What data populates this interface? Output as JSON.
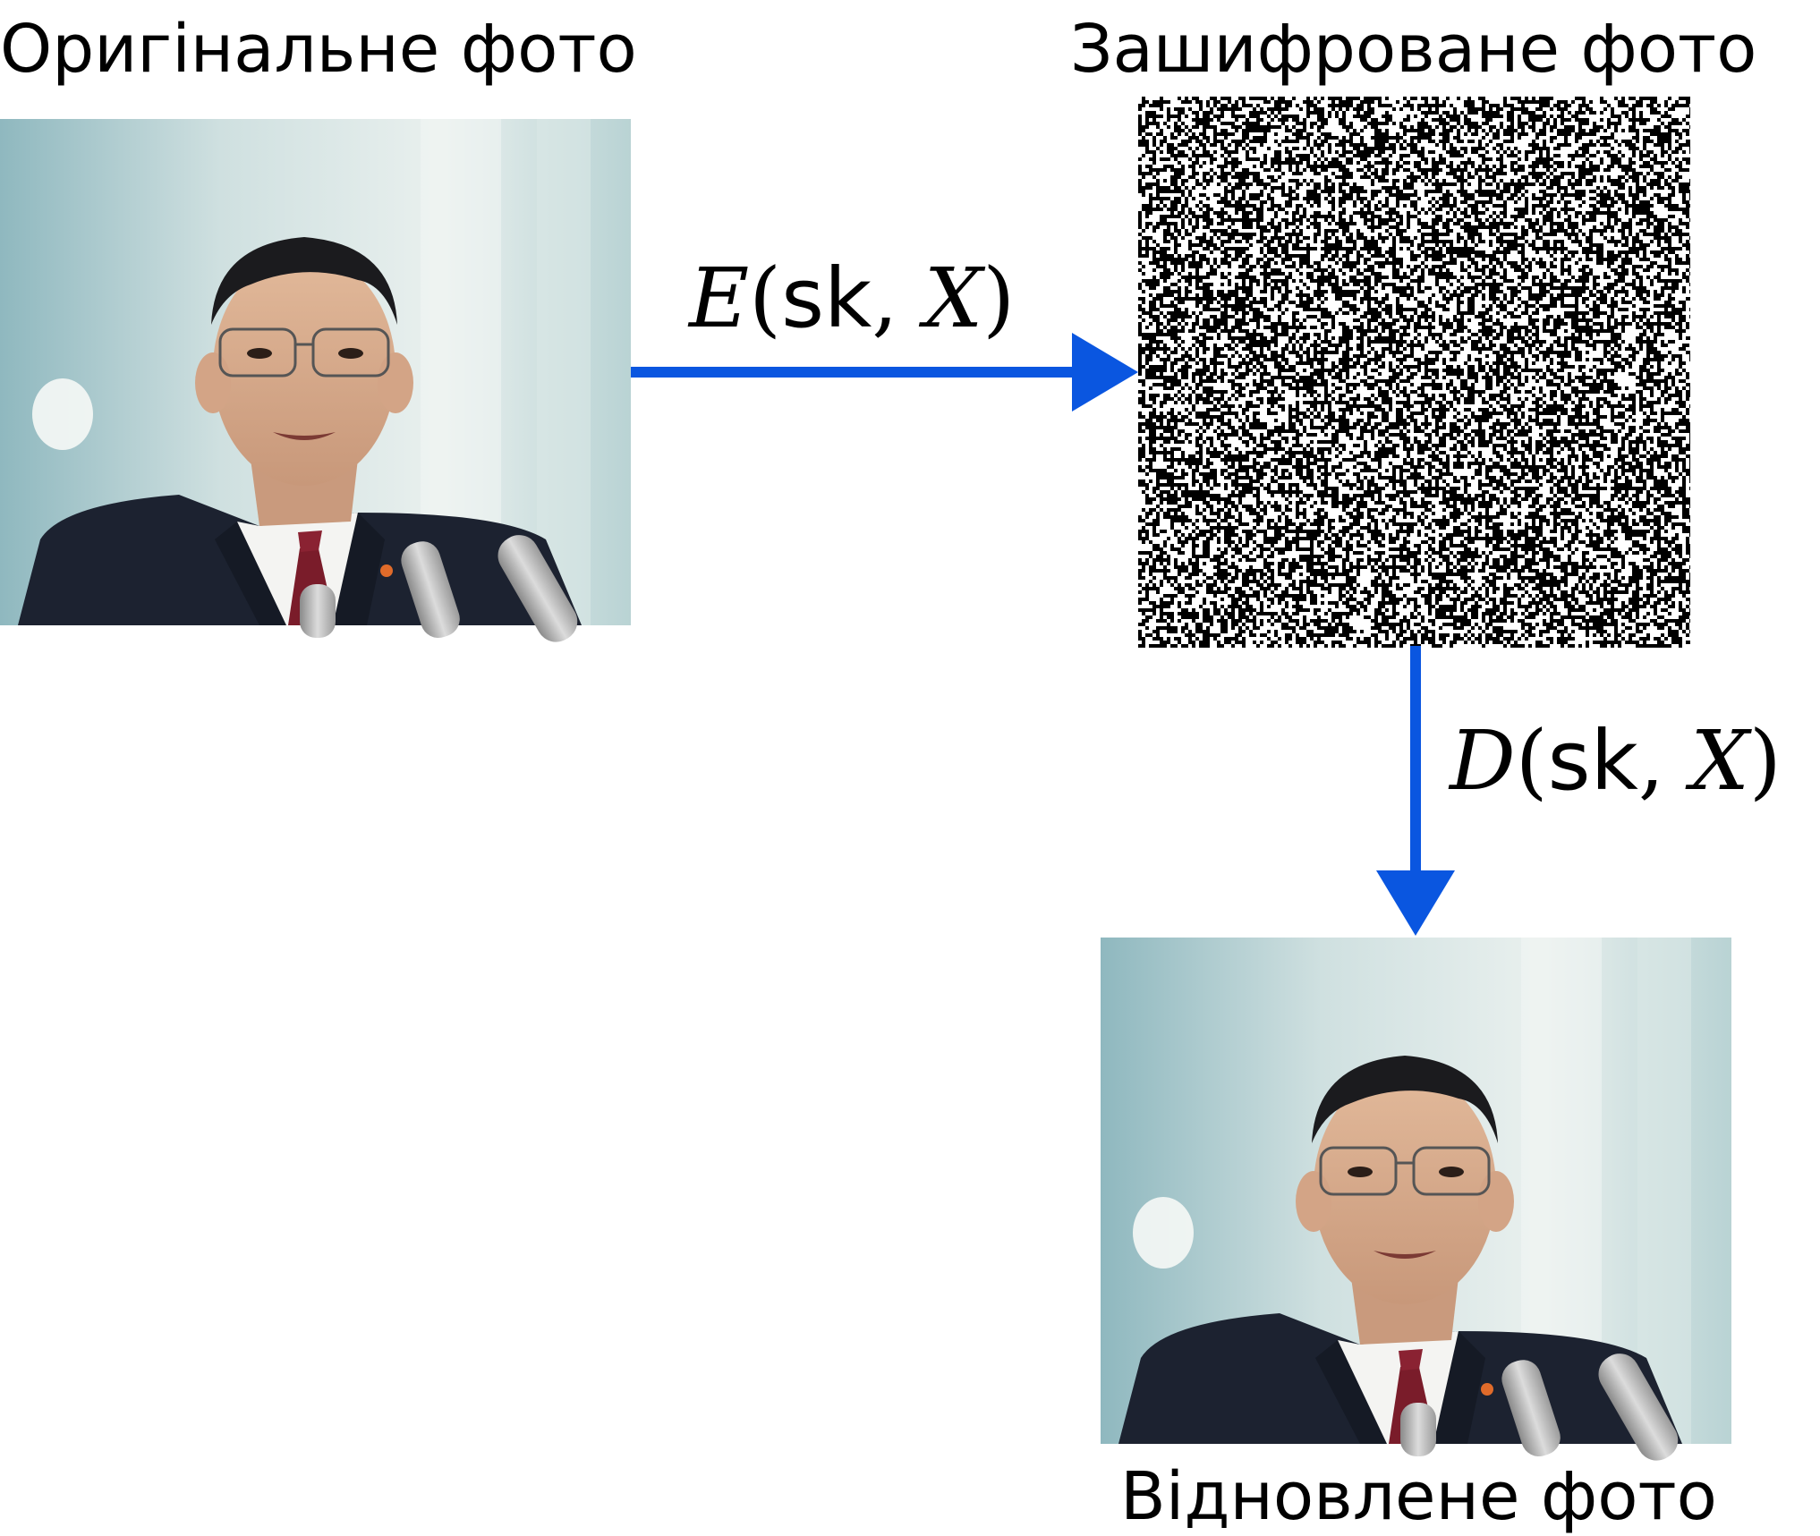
{
  "labels": {
    "original": "Оригінальне фото",
    "encrypted": "Зашифроване фото",
    "restored": "Відновлене фото"
  },
  "formulas": {
    "encrypt": {
      "fn": "E",
      "open": "(",
      "key": "sk",
      "sep": ", ",
      "arg": "X",
      "close": ")"
    },
    "decrypt": {
      "fn": "D",
      "open": "(",
      "key": "sk",
      "sep": ", ",
      "arg": "X",
      "close": ")"
    }
  },
  "colors": {
    "arrow": "#0a56e0",
    "noise_dark": "#000000",
    "noise_light": "#ffffff"
  }
}
